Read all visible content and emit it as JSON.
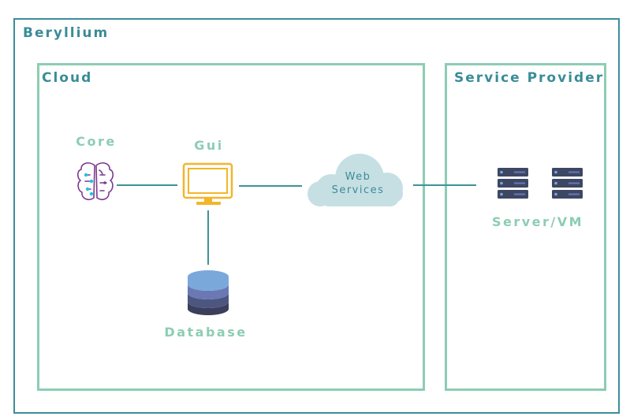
{
  "outer": {
    "label": "Beryllium"
  },
  "cloud": {
    "label": "Cloud"
  },
  "service_provider": {
    "label": "Service Provider"
  },
  "nodes": {
    "core": {
      "label": "Core",
      "icon": "brain-icon"
    },
    "gui": {
      "label": "Gui",
      "icon": "monitor-icon"
    },
    "web_services": {
      "line1": "Web",
      "line2": "Services",
      "icon": "cloud-icon"
    },
    "database": {
      "label": "Database",
      "icon": "database-icon"
    },
    "server": {
      "label": "Server/VM",
      "icon": "server-icon"
    }
  },
  "colors": {
    "outer_border": "#3b8e9b",
    "inner_border": "#8ccdb3",
    "box_label": "#3a8c98",
    "node_label": "#8ccdb3",
    "connector": "#3d9396",
    "cloud_fill": "#c6dfe3",
    "monitor": "#f3b62a",
    "brain_outline": "#7b3a8f",
    "brain_nodes": "#23c3e3",
    "server_body": "#3d4764",
    "db_top": "#7aa8db",
    "db_mid": "#6a78b4",
    "db_low": "#4d5681",
    "db_bottom": "#3b3f59"
  }
}
